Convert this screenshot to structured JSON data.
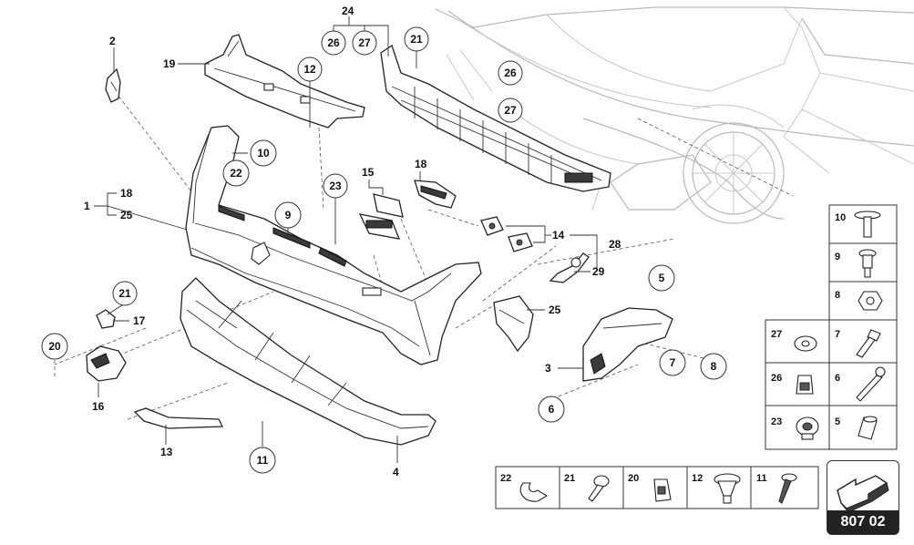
{
  "callouts": {
    "c1": "1",
    "c2": "2",
    "c3": "3",
    "c4": "4",
    "c5": "5",
    "c6": "6",
    "c7": "7",
    "c8": "8",
    "c9": "9",
    "c10": "10",
    "c11": "11",
    "c12": "12",
    "c13": "13",
    "c14": "14",
    "c15": "15",
    "c16": "16",
    "c17": "17",
    "c18": "18",
    "c19": "19",
    "c20": "20",
    "c21a": "21",
    "c21b": "21",
    "c22": "22",
    "c23": "23",
    "c24": "24",
    "c25a": "25",
    "c25b": "25",
    "c26a": "26",
    "c26b": "26",
    "c27a": "27",
    "c27b": "27",
    "c28": "28",
    "c29": "29"
  },
  "parts_table_right": [
    {
      "num": "10",
      "icon": "screw-washer-icon"
    },
    {
      "num": "9",
      "icon": "screw-collar-icon"
    },
    {
      "num": "8",
      "icon": "nut-icon"
    },
    {
      "num": "27",
      "icon": "washer-icon"
    },
    {
      "num": "7",
      "icon": "bolt-icon"
    },
    {
      "num": "26",
      "icon": "clip-icon"
    },
    {
      "num": "6",
      "icon": "long-bolt-icon"
    },
    {
      "num": "23",
      "icon": "grommet-icon"
    },
    {
      "num": "5",
      "icon": "spreader-nut-icon"
    }
  ],
  "parts_table_bottom": [
    {
      "num": "22",
      "icon": "spring-clip-icon"
    },
    {
      "num": "21",
      "icon": "rivet-icon"
    },
    {
      "num": "20",
      "icon": "clamp-nut-icon"
    },
    {
      "num": "12",
      "icon": "push-clip-icon"
    },
    {
      "num": "11",
      "icon": "self-tapping-screw-icon"
    }
  ],
  "reference": {
    "code": "807 02",
    "icon": "arrow-icon"
  }
}
